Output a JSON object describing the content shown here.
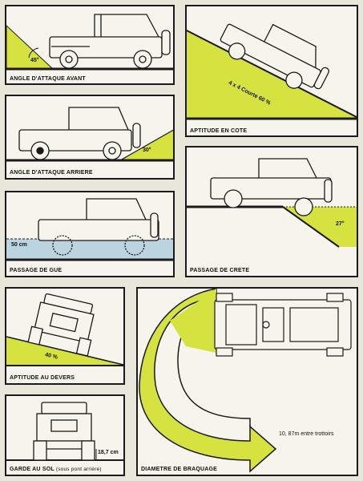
{
  "colors": {
    "lime": "#d5e23f",
    "water": "#bcd3e0",
    "ink": "#1a1a1a",
    "paper": "#f6f4ec"
  },
  "panels": {
    "angle_avant": {
      "caption": "ANGLE D'ATTAQUE AVANT",
      "angle": "45°"
    },
    "aptitude_cote": {
      "caption": "APTITUDE EN COTE",
      "label": "4 x 4   Courte 60 %"
    },
    "angle_arriere": {
      "caption": "ANGLE D'ATTAQUE ARRIERE",
      "angle": "30°"
    },
    "passage_crete": {
      "caption": "PASSAGE DE CRETE",
      "angle": "27°"
    },
    "passage_gue": {
      "caption": "PASSAGE DE GUE",
      "depth": "50 cm"
    },
    "aptitude_devers": {
      "caption": "APTITUDE AU DEVERS",
      "percent": "40 %"
    },
    "diametre_braquage": {
      "caption": "DIAMETRE DE BRAQUAGE",
      "label": "10, 87m entre trottoirs"
    },
    "garde_sol": {
      "caption": "GARDE AU SOL",
      "caption_note": "(sous pont arrière)",
      "height": "18,7 cm"
    }
  }
}
